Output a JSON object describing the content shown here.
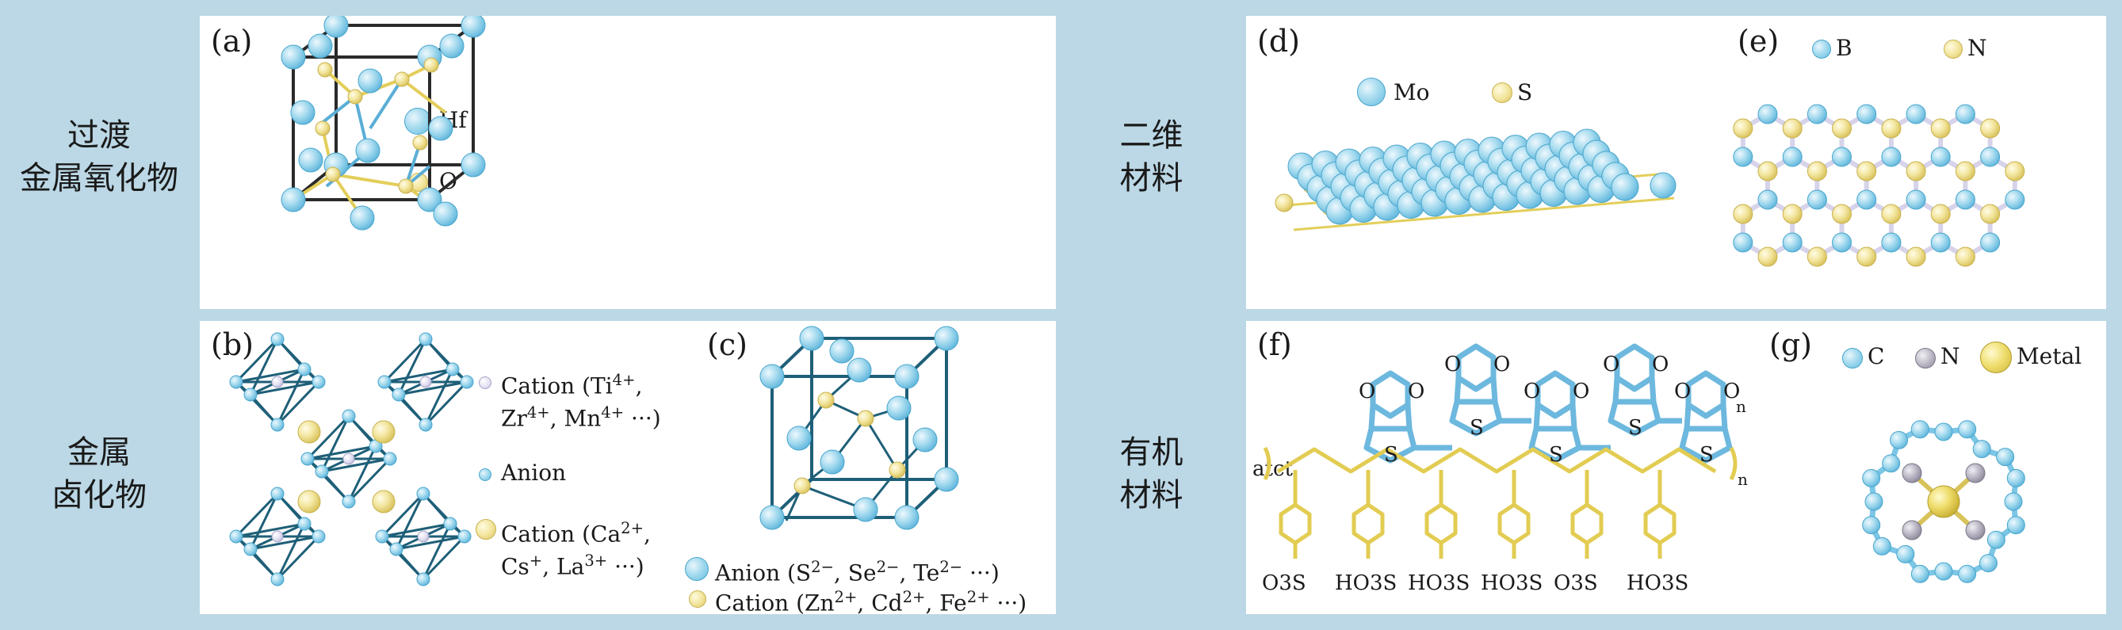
{
  "categories": {
    "tmo": [
      "过渡",
      "金属氧化物"
    ],
    "halide": [
      "金属",
      "卤化物"
    ],
    "two_d": [
      "二维",
      "材料"
    ],
    "organic": [
      "有机",
      "材料"
    ]
  },
  "panels": {
    "a": {
      "label": "(a)",
      "legend": [
        {
          "name": "Hf",
          "icon": "blue-sphere"
        },
        {
          "name": "O",
          "icon": "yellow-sphere"
        }
      ]
    },
    "b": {
      "label": "(b)",
      "legend": [
        {
          "line1": "Cation (Ti",
          "sup1": "4+",
          "line1b": ",",
          "line2": "Zr",
          "sup2": "4+",
          "line2b": ", Mn",
          "sup3": "4+",
          "line2c": " ···)",
          "icon": "lavender-sphere"
        },
        {
          "line1": "Anion",
          "icon": "blue-sphere"
        },
        {
          "line1": "Cation (Ca",
          "sup1": "2+",
          "line1b": ",",
          "line2": "Cs",
          "sup2": "+",
          "line2b": ", La",
          "sup3": "3+",
          "line2c": " ···)",
          "icon": "yellow-sphere"
        }
      ]
    },
    "c": {
      "label": "(c)",
      "legend": [
        {
          "text": "Anion (S",
          "s1": "2−",
          "t2": ", Se",
          "s2": "2−",
          "t3": ", Te",
          "s3": "2−",
          "t4": " ···)",
          "icon": "blue-sphere"
        },
        {
          "text": "Cation (Zn",
          "s1": "2+",
          "t2": ", Cd",
          "s2": "2+",
          "t3": ", Fe",
          "s3": "2+",
          "t4": " ···)",
          "icon": "yellow-sphere"
        }
      ]
    },
    "d": {
      "label": "(d)",
      "legend": [
        {
          "name": "Mo",
          "icon": "blue-sphere"
        },
        {
          "name": "S",
          "icon": "yellow-sphere"
        }
      ]
    },
    "e": {
      "label": "(e)",
      "legend": [
        {
          "name": "B",
          "icon": "blue-sphere"
        },
        {
          "name": "N",
          "icon": "yellow-sphere"
        }
      ]
    },
    "f": {
      "label": "(f)",
      "s_atom": "S",
      "o_atom": "O",
      "end_group": "atct",
      "repeat": "n",
      "sulfonates": [
        "O3S",
        "HO3S",
        "HO3S",
        "HO3S",
        "O3S",
        "HO3S"
      ]
    },
    "g": {
      "label": "(g)",
      "legend": [
        {
          "name": "C",
          "icon": "blue-sphere"
        },
        {
          "name": "N",
          "icon": "gray-sphere"
        },
        {
          "name": "Metal",
          "icon": "gold-sphere"
        }
      ]
    }
  },
  "colors": {
    "background": "#bcd8e6",
    "atom_blue": "#7cc6e6",
    "atom_yellow": "#eedd8a",
    "bond_blue": "#5aaed6",
    "bond_yellow": "#e3ce5a",
    "frame": "#2a2a2a",
    "octa_frame": "#1e5f78"
  }
}
